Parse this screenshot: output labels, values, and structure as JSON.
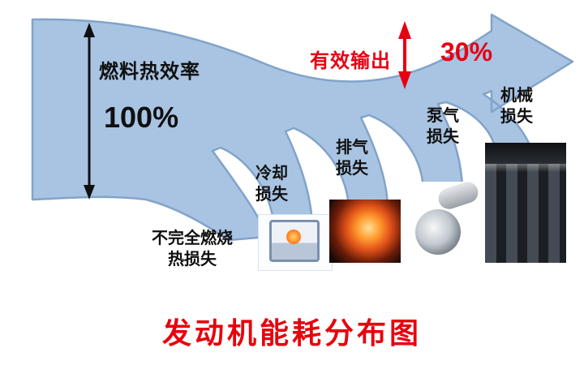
{
  "title": "发动机能耗分布图",
  "axis": {
    "label": "燃料热效率",
    "value": "100%"
  },
  "output": {
    "label": "有效输出",
    "value": "30%"
  },
  "losses": [
    {
      "line1": "不完全燃烧",
      "line2": "热损失"
    },
    {
      "line1": "冷却",
      "line2": "损失"
    },
    {
      "line1": "排气",
      "line2": "损失"
    },
    {
      "line1": "泵气",
      "line2": "损失"
    },
    {
      "line1": "机械",
      "line2": "损失"
    }
  ],
  "colors": {
    "flow_fill": "#a8c4e2",
    "flow_edge": "#82a3c9",
    "accent_red": "#e60012",
    "text_black": "#101010",
    "title_red": "#e8000c"
  }
}
